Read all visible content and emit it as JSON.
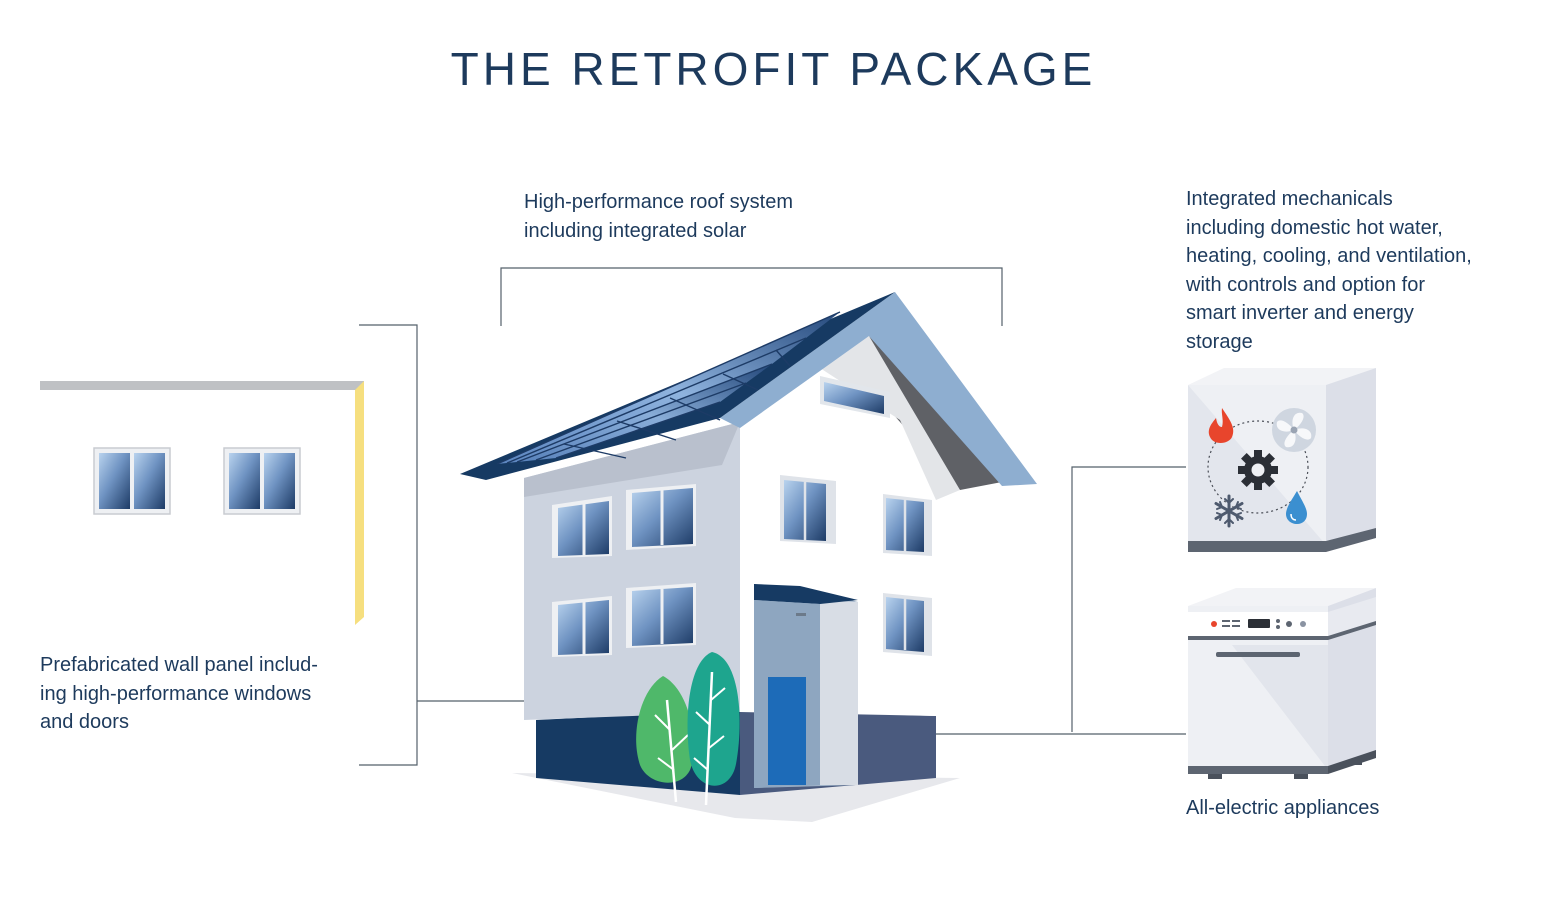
{
  "title": "THE RETROFIT PACKAGE",
  "labels": {
    "roof": [
      "High-performance roof system",
      "including integrated solar"
    ],
    "mechanicals": [
      "Integrated mechanicals",
      "including domestic hot water,",
      "heating, cooling, and ventilation,",
      "with controls and option for",
      "smart inverter and energy",
      "storage"
    ],
    "wall": [
      "Prefabricated wall panel includ-",
      "ing high-performance windows",
      "and doors"
    ],
    "appliances": [
      "All-electric appliances"
    ]
  },
  "icons": {
    "mechanicals": [
      "flame-icon",
      "fan-icon",
      "gear-icon",
      "snowflake-icon",
      "water-drop-icon"
    ]
  },
  "colors": {
    "text": "#1d3a5c",
    "navy": "#163a63",
    "panel_yellow": "#f6df7f",
    "flame": "#e8452c",
    "water": "#3b8fd0",
    "tree_green": "#4fb86a",
    "tree_teal": "#1ea58e",
    "door_blue": "#1d6bb8"
  }
}
